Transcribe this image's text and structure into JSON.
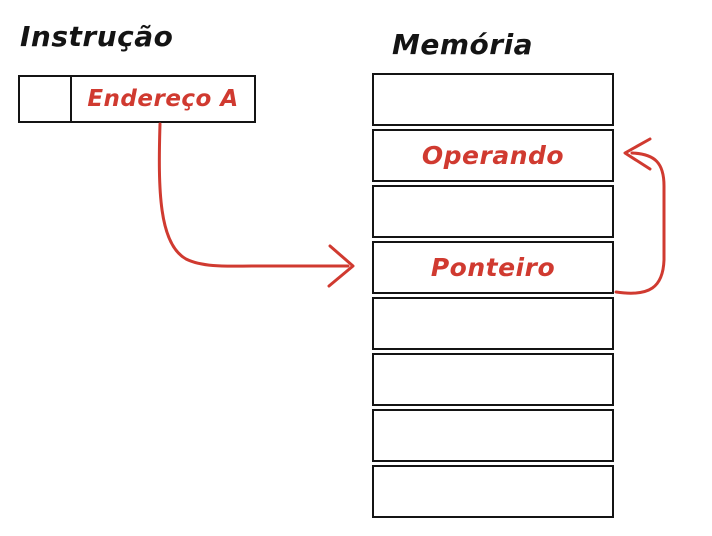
{
  "colors": {
    "accent": "#d03a30",
    "ink": "#141414"
  },
  "instruction": {
    "title": "Instrução",
    "opcode_cell": "",
    "address_cell": "Endereço A"
  },
  "memory": {
    "title": "Memória",
    "rows": [
      {
        "label": ""
      },
      {
        "label": "Operando"
      },
      {
        "label": ""
      },
      {
        "label": "Ponteiro"
      },
      {
        "label": ""
      },
      {
        "label": ""
      },
      {
        "label": ""
      },
      {
        "label": ""
      }
    ]
  },
  "arrows": [
    {
      "name": "address-to-pointer-arrow",
      "from": "Endereço A",
      "to": "Ponteiro"
    },
    {
      "name": "pointer-to-operand-arrow",
      "from": "Ponteiro",
      "to": "Operando"
    }
  ]
}
